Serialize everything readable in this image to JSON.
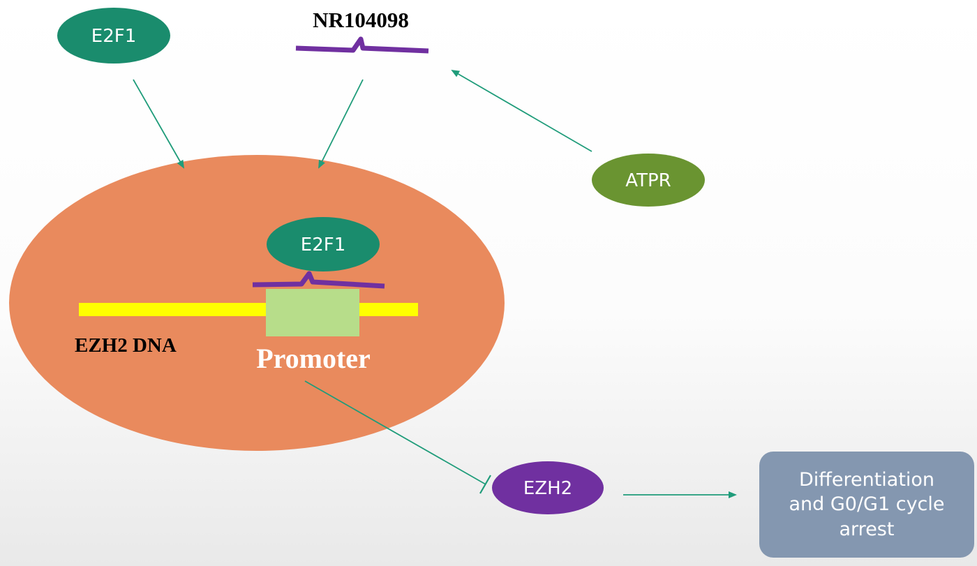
{
  "nodes": {
    "e2f1_top": "E2F1",
    "lncrna_label": "NR104098",
    "atpr": "ATPR",
    "e2f1_bound": "E2F1",
    "dna_label": "EZH2 DNA",
    "promoter_label": "Promoter",
    "ezh2": "EZH2",
    "outcome": "Differentiation and G0/G1 cycle arrest"
  },
  "colors": {
    "e2f1": "#1a8c6d",
    "atpr": "#6a9431",
    "nucleus": "#e98a5d",
    "dna": "#ffff00",
    "promoter": "#b7dd8a",
    "lncrna": "#7030a0",
    "ezh2": "#7030a0",
    "arrow": "#1f9c7a",
    "outcome": "#8497b0"
  }
}
